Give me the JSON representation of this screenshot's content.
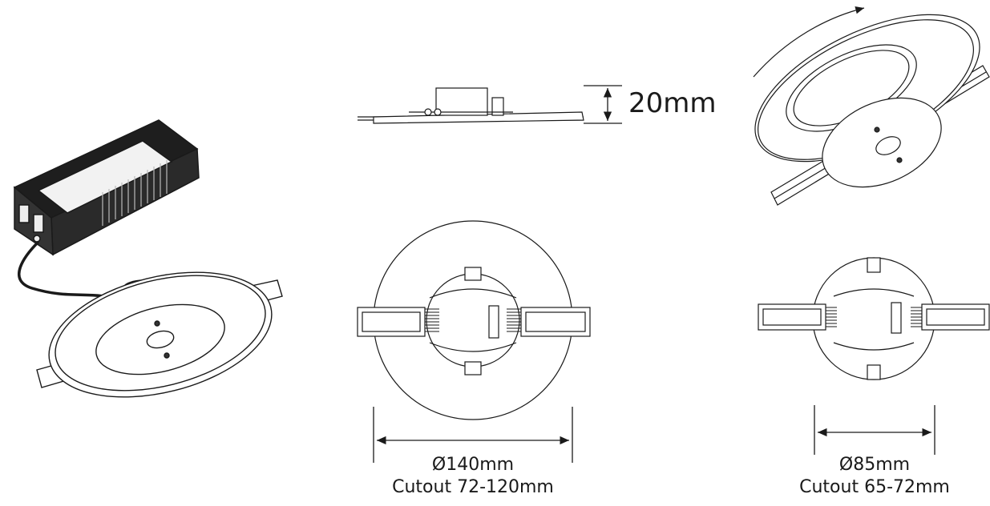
{
  "labels": {
    "height": "20mm",
    "large_diameter": "Ø140mm",
    "large_cutout": "Cutout 72-120mm",
    "small_diameter": "Ø85mm",
    "small_cutout": "Cutout 65-72mm"
  },
  "colors": {
    "line": "#1a1a1a",
    "text": "#1a1a1a",
    "background": "#ffffff"
  }
}
